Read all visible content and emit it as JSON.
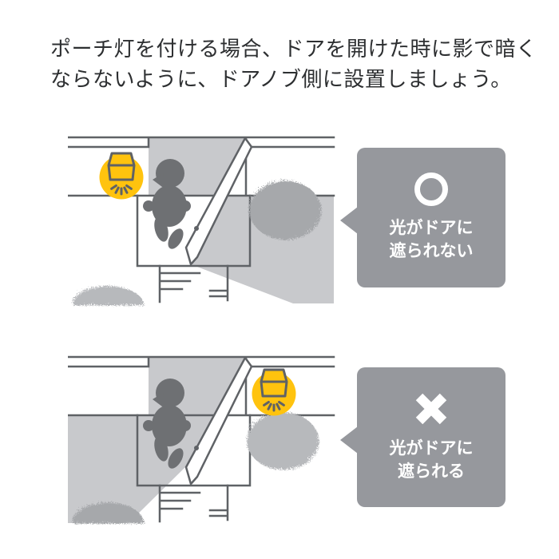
{
  "heading": {
    "line1": "ポーチ灯を付ける場合、ドアを開けた時に影で暗く",
    "line2": "ならないように、ドアノブ側に設置しましょう。"
  },
  "figures": [
    {
      "id": "good",
      "mark_icon": "circle-ok",
      "light_position": "doorknob-side",
      "callout": {
        "line1": "光がドアに",
        "line2": "遮られない"
      }
    },
    {
      "id": "bad",
      "mark_icon": "cross-ng",
      "light_position": "hinge-side",
      "callout": {
        "line1": "光がドアに",
        "line2": "遮られる"
      }
    }
  ],
  "colors": {
    "yellow": "#ffc30e",
    "line": "#5f6266",
    "person": "#6e7073",
    "shadow": "#c8c9cc",
    "bush_lit": "#b7b9bc",
    "bush_shadow": "#a6a8ab",
    "bubble": "#96989d",
    "mark": "#ffffff",
    "heading_text": "#2d2f31"
  }
}
